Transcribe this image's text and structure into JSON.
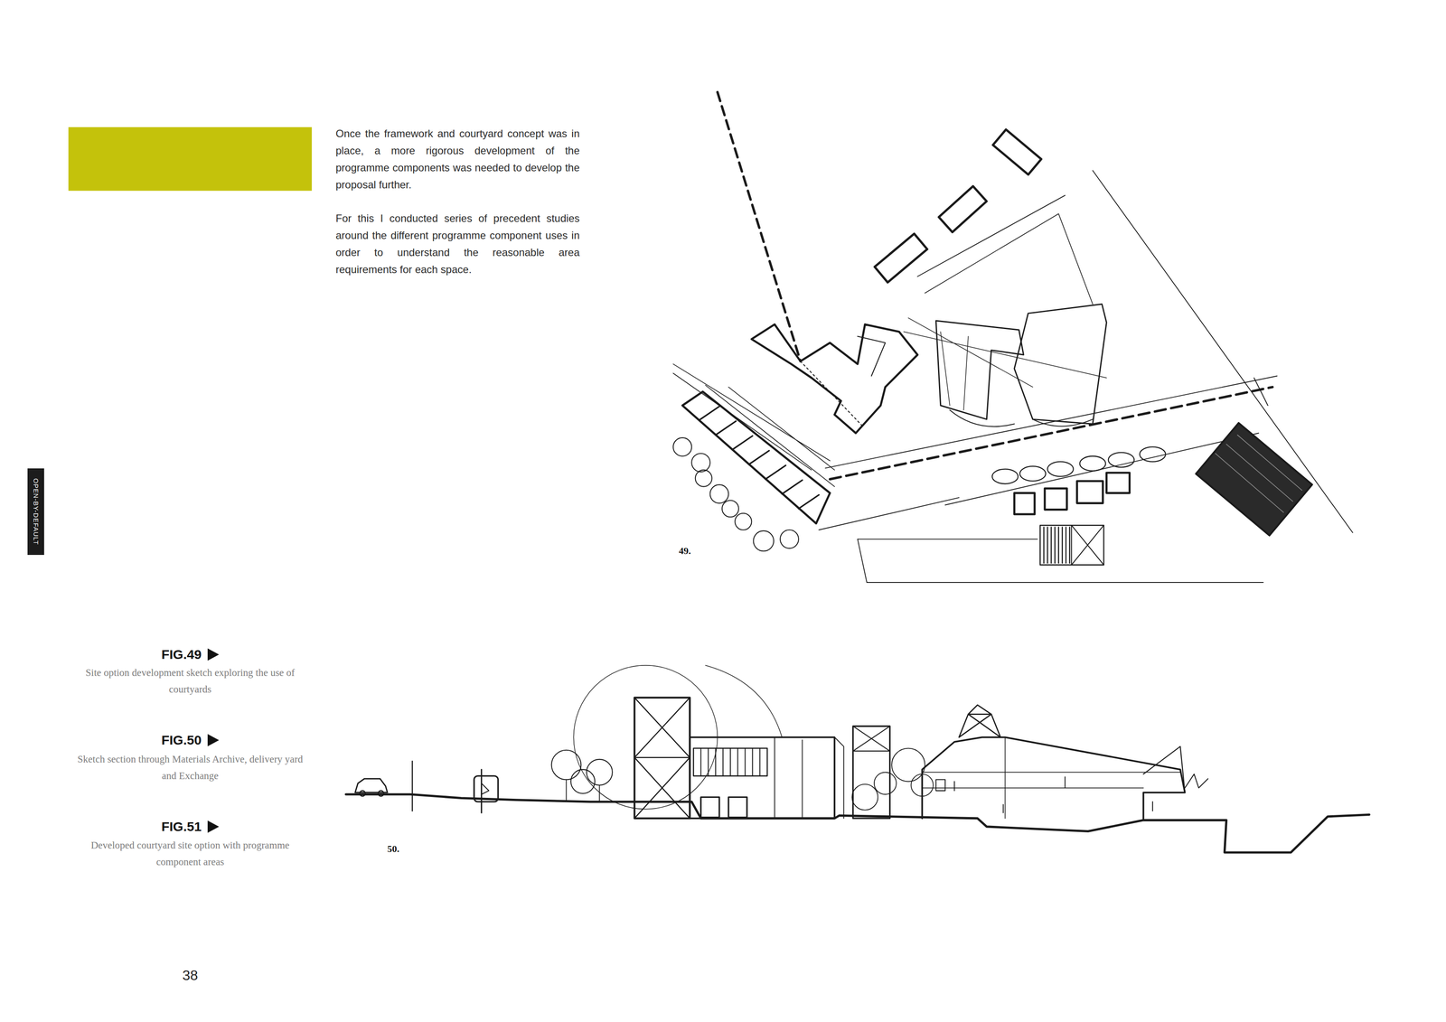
{
  "diagram": {
    "nodes": [
      {
        "text": [
          "OPEN-BY-DEFAULT"
        ]
      }
    ],
    "labels": [
      "Once the framework and courtyard concept was in place, a more rigorous development of the programme components was needed to develop the proposal further.",
      "For this I conducted series of precedent studies around the different programme component uses in order to understand the reasonable area requirements for each space.",
      "49.",
      "FIG.49",
      "Site option development sketch exploring the use of courtyards",
      "FIG.50",
      "Sketch section through Materials Archive, delivery yard and Exchange",
      "FIG.51",
      "Developed courtyard site option with programme component areas",
      "50.",
      "38"
    ]
  }
}
